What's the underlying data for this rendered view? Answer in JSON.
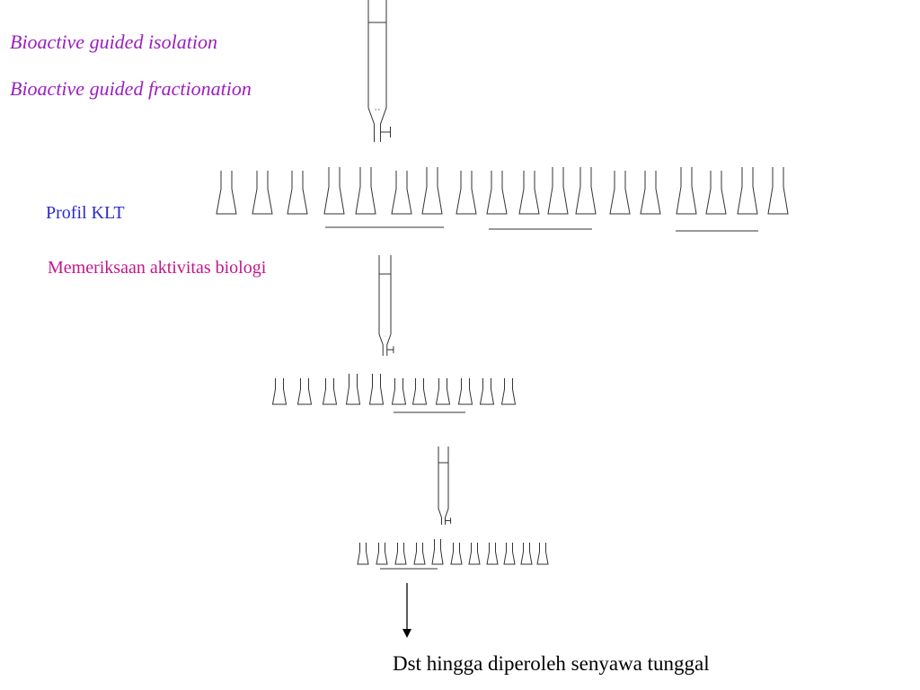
{
  "titles": {
    "isolation": "Bioactive guided isolation",
    "fractionation": "Bioactive guided fractionation"
  },
  "labels": {
    "tlc_profile": "Profil KLT",
    "bio_activity": "Memeriksaan aktivitas biologi",
    "final_step": "Dst hingga diperoleh senyawa tunggal"
  },
  "colors": {
    "title": "#9b1fbf",
    "tlc": "#2a2acf",
    "bio": "#c0188a",
    "ink": "#000000",
    "line": "#333333"
  },
  "icons": {
    "column": "chromatography-column-icon",
    "tube": "collection-tube-icon",
    "arrow": "arrow-down-icon"
  }
}
